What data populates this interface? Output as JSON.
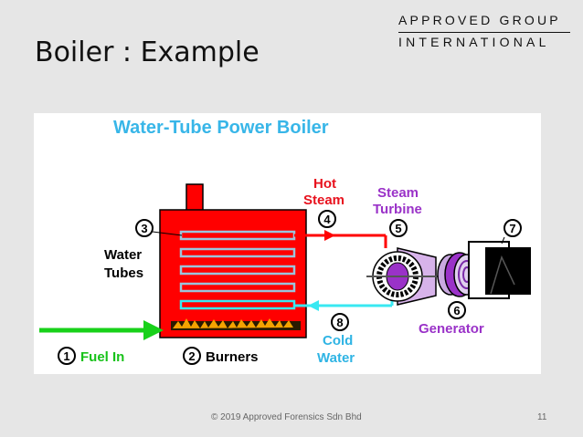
{
  "slide": {
    "title": "Boiler : Example",
    "footer": "© 2019 Approved Forensics Sdn Bhd",
    "page_number": "11"
  },
  "logo": {
    "line1": "APPROVED GROUP",
    "line2": "INTERNATIONAL"
  },
  "diagram": {
    "title": "Water-Tube Power Boiler",
    "labels": {
      "hot_steam_1": "Hot",
      "hot_steam_2": "Steam",
      "steam_turbine_1": "Steam",
      "steam_turbine_2": "Turbine",
      "water_tubes_1": "Water",
      "water_tubes_2": "Tubes",
      "generator": "Generator",
      "cold_water_1": "Cold",
      "cold_water_2": "Water",
      "fuel_in": "Fuel In",
      "burners": "Burners"
    },
    "markers": {
      "m1": "1",
      "m2": "2",
      "m3": "3",
      "m4": "4",
      "m5": "5",
      "m6": "6",
      "m7": "7",
      "m8": "8"
    },
    "colors": {
      "title": "#38b6e8",
      "boiler": "#ff0000",
      "label_red": "#e8121e",
      "label_purple": "#9a32c8",
      "label_cyan": "#2fb4e4",
      "fuel": "#18d11a",
      "cold_pipe": "#39e8f2"
    }
  }
}
